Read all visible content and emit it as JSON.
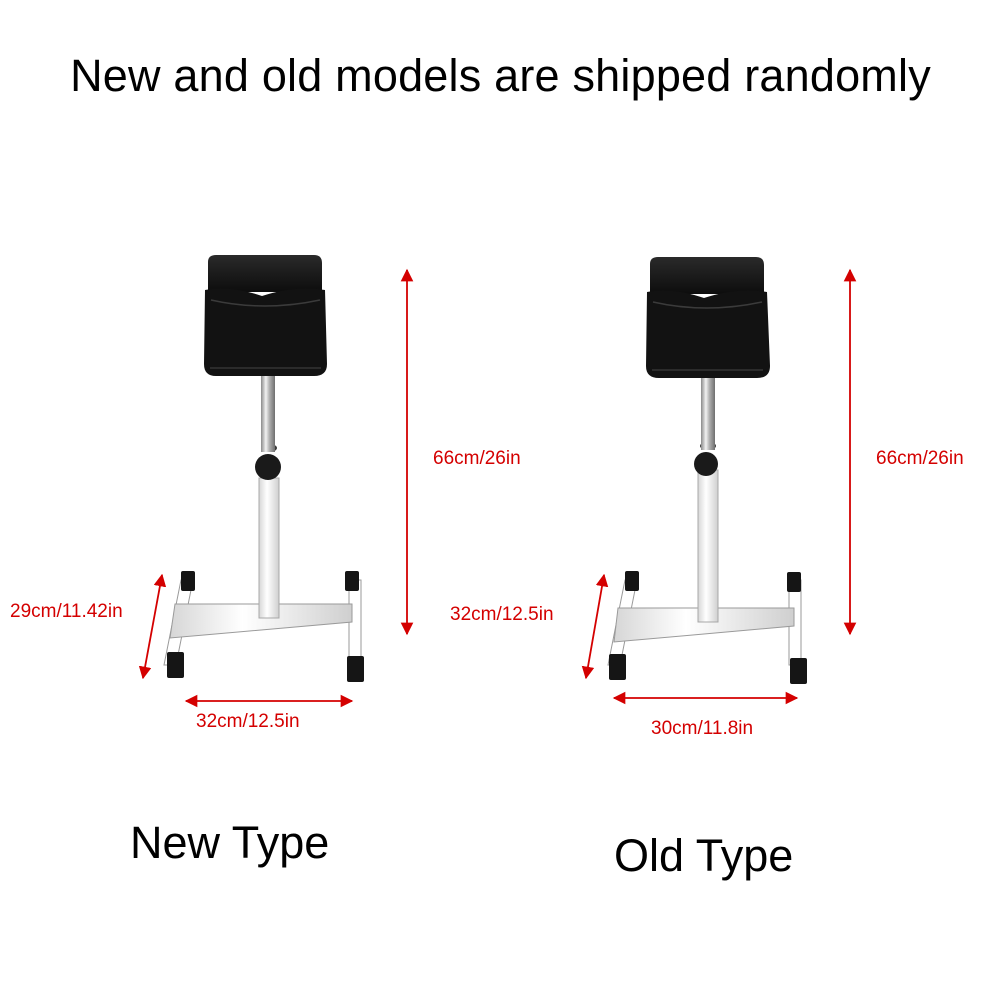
{
  "headline": "New and old models are shipped randomly",
  "colors": {
    "dimension": "#d40000",
    "cushion": "#111111",
    "frame": "#ffffff",
    "pole": "#b8b8b8"
  },
  "new_type": {
    "label": "New Type",
    "height": "66cm/26in",
    "depth": "29cm/11.42in",
    "width": "32cm/12.5in"
  },
  "old_type": {
    "label": "Old Type",
    "height": "66cm/26in",
    "depth": "32cm/12.5in",
    "width": "30cm/11.8in"
  }
}
